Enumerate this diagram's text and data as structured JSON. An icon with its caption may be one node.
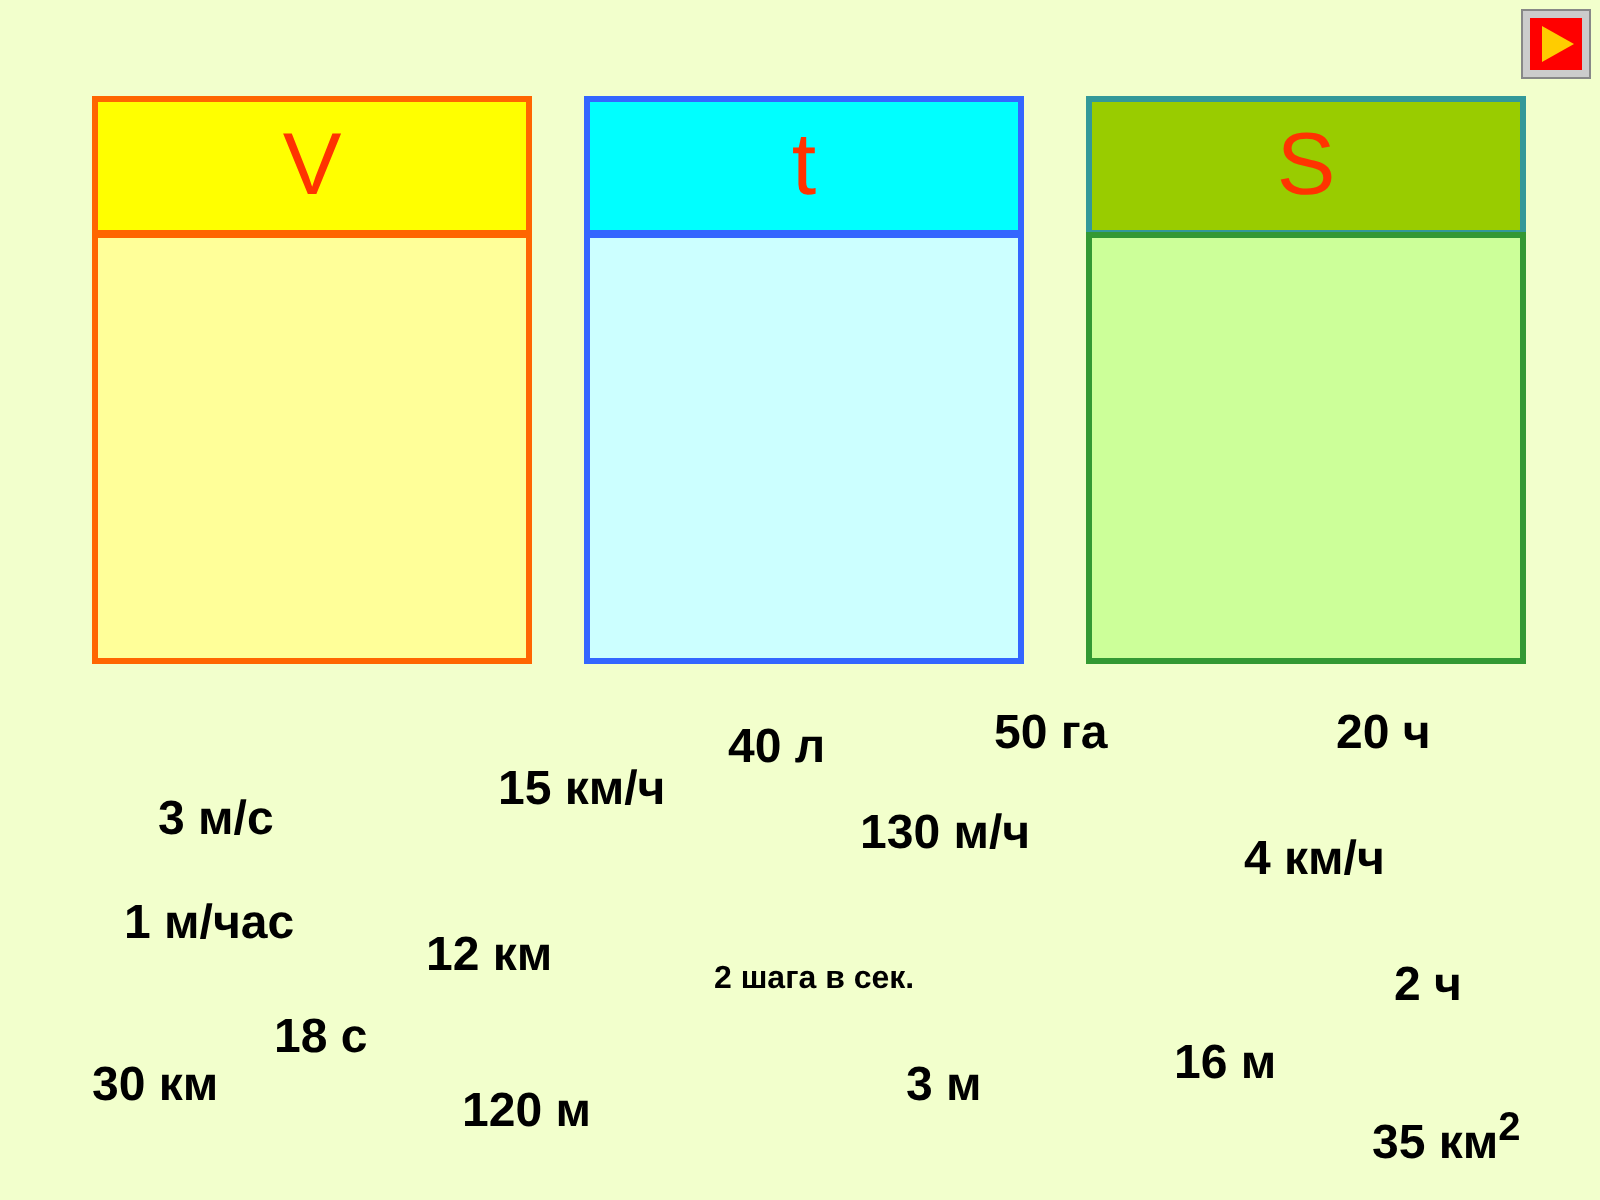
{
  "diagram": {
    "nodes": [
      {
        "text": [
          "V"
        ]
      },
      {
        "text": [],
        "shape": "box"
      },
      {
        "text": [
          "t"
        ]
      },
      {
        "text": [],
        "shape": "box"
      },
      {
        "text": [
          "S"
        ]
      },
      {
        "text": [],
        "shape": "box"
      }
    ],
    "edges": [],
    "labels": [
      "40 л",
      "50 га",
      "20 ч",
      "15 км/ч",
      "3 м/с",
      "130 м/ч",
      "4 км/ч",
      "1 м/час",
      "12 км",
      "2 шага в сек.",
      "2 ч",
      "18 с",
      "16 м",
      "30 км",
      "3 м",
      "120 м",
      "35 км$^{2}$"
    ]
  }
}
